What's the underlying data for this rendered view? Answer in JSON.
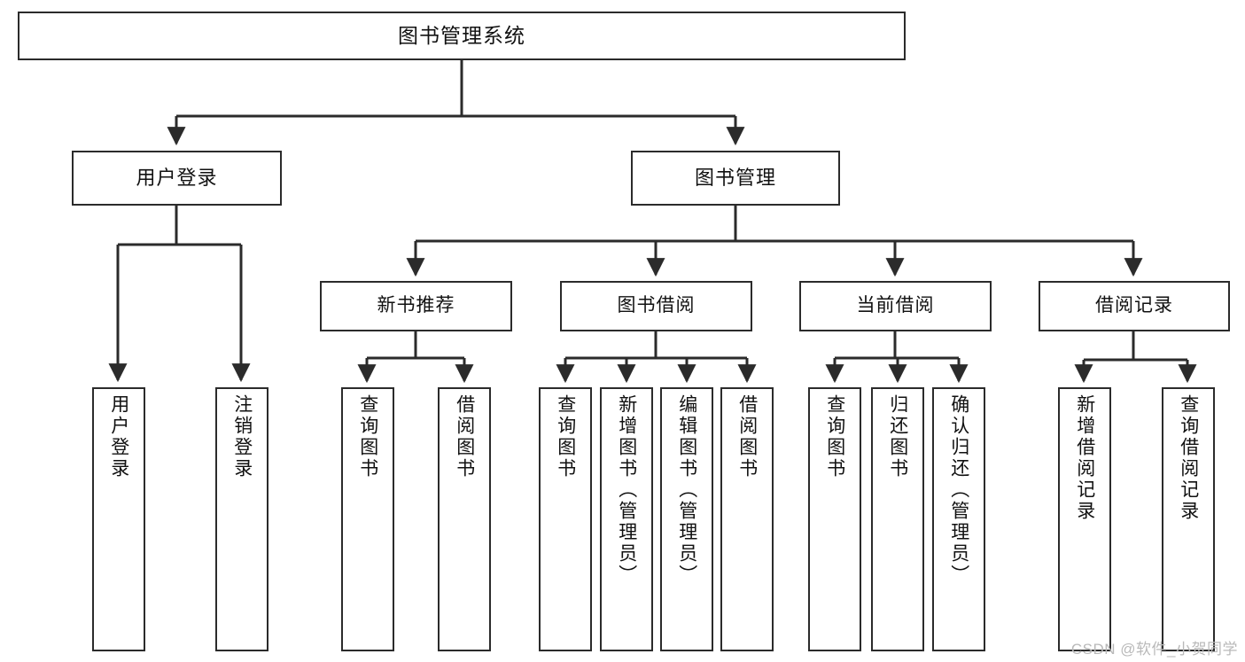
{
  "diagram": {
    "type": "tree",
    "title": "图书管理系统",
    "root": {
      "label": "图书管理系统"
    },
    "level2": [
      {
        "label": "用户登录"
      },
      {
        "label": "图书管理"
      }
    ],
    "level3": [
      {
        "label": "新书推荐"
      },
      {
        "label": "图书借阅"
      },
      {
        "label": "当前借阅"
      },
      {
        "label": "借阅记录"
      }
    ],
    "leaves": {
      "user_login": [
        {
          "label": "用户登录"
        },
        {
          "label": "注销登录"
        }
      ],
      "new_book_recommend": [
        {
          "label": "查询图书"
        },
        {
          "label": "借阅图书"
        }
      ],
      "book_borrow": [
        {
          "label": "查询图书"
        },
        {
          "label": "新增图书（管理员）"
        },
        {
          "label": "编辑图书（管理员）"
        },
        {
          "label": "借阅图书"
        }
      ],
      "current_borrow": [
        {
          "label": "查询图书"
        },
        {
          "label": "归还图书"
        },
        {
          "label": "确认归还（管理员）"
        }
      ],
      "borrow_records": [
        {
          "label": "新增借阅记录"
        },
        {
          "label": "查询借阅记录"
        }
      ]
    }
  },
  "watermark": {
    "text": "CSDN @软件_小贺同学"
  },
  "colors": {
    "stroke": "#2b2b2b",
    "background": "#ffffff",
    "text": "#111111",
    "watermark": "#b9b9b9"
  }
}
